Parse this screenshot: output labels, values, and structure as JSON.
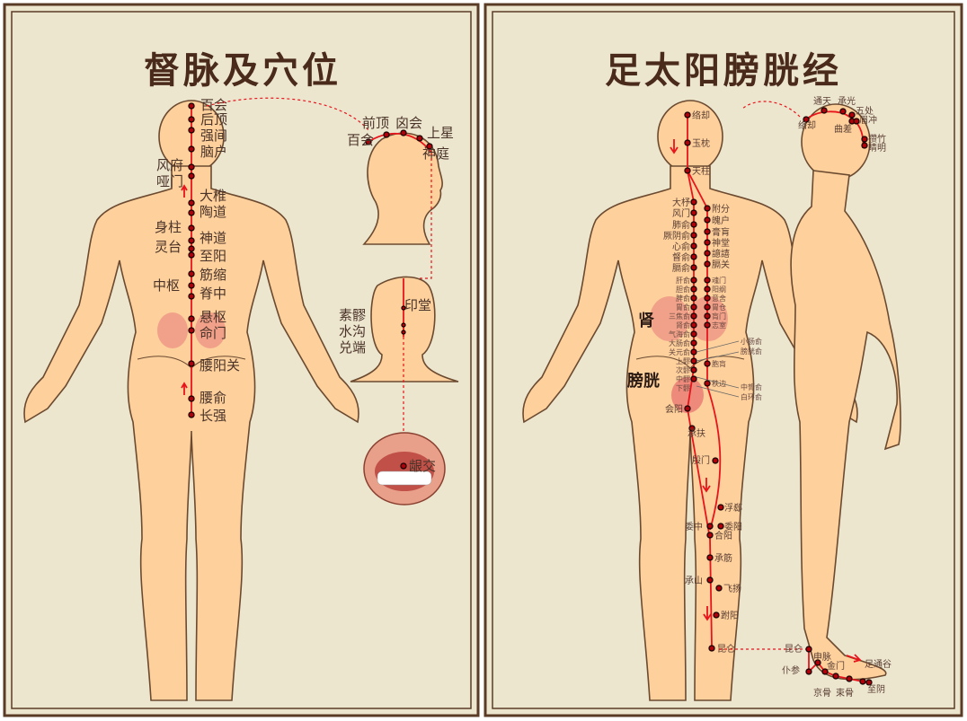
{
  "colors": {
    "background": "#ede6cf",
    "frame": "#5a3b26",
    "skin": "#fdd09c",
    "meridian": "#e8141c",
    "organ": "#e87a7a"
  },
  "left": {
    "title": "督脉及穴位",
    "back_points": [
      "百会",
      "后顶",
      "强间",
      "脑户",
      "风府",
      "哑门",
      "大椎",
      "陶道",
      "身柱",
      "灵台",
      "神道",
      "至阳",
      "筋缩",
      "中枢",
      "脊中",
      "悬枢",
      "命门",
      "腰阳关",
      "腰俞",
      "长强"
    ],
    "head_points": [
      "前顶",
      "囟会",
      "百会",
      "上星",
      "神庭"
    ],
    "face_points": [
      "印堂",
      "素髎",
      "水沟",
      "兑端"
    ],
    "mouth_point": "龈交"
  },
  "right": {
    "title": "足太阳膀胱经",
    "head_points": [
      "络却",
      "玉枕",
      "天柱"
    ],
    "inner_upper": [
      "大杼",
      "风门",
      "肺俞",
      "厥阴俞",
      "心俞",
      "督俞",
      "膈俞"
    ],
    "outer_upper": [
      "附分",
      "魄户",
      "膏肓",
      "神堂",
      "譩譆",
      "膈关"
    ],
    "inner_lower": [
      "肝俞",
      "胆俞",
      "脾俞",
      "胃俞",
      "三焦俞",
      "肾俞",
      "气海俞",
      "大肠俞",
      "关元俞",
      "上髎",
      "次髎",
      "中髎",
      "下髎"
    ],
    "outer_lower": [
      "魂门",
      "阳纲",
      "意舍",
      "胃仓",
      "肓门",
      "志室",
      "胞肓",
      "秩边"
    ],
    "callouts": [
      "小肠俞",
      "膀胱俞",
      "中膂俞",
      "白环俞"
    ],
    "organs": [
      "肾",
      "膀胱"
    ],
    "leg_points": [
      "会阳",
      "承扶",
      "殷门",
      "浮郄",
      "委阳",
      "委中",
      "合阳",
      "承筋",
      "承山",
      "飞扬",
      "跗阳",
      "昆仑"
    ],
    "side_head_points": [
      "通天",
      "承光",
      "五处",
      "络却",
      "曲差",
      "眉冲",
      "攒竹",
      "睛明"
    ],
    "foot_points": [
      "昆仑",
      "申脉",
      "仆参",
      "金门",
      "足通谷",
      "京骨",
      "束骨",
      "至阴"
    ]
  }
}
